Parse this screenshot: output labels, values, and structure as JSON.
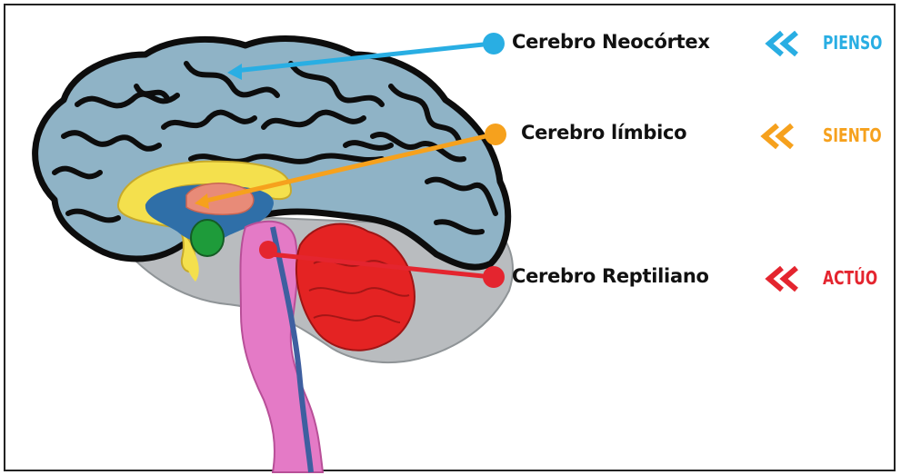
{
  "rows": [
    {
      "label": "Cerebro Neocórtex",
      "tag": "PIENSO",
      "color": "#29aee3",
      "icon": "double-chevron-left-icon"
    },
    {
      "label": "Cerebro límbico",
      "tag": "SIENTO",
      "color": "#f6a11d",
      "icon": "double-chevron-left-icon"
    },
    {
      "label": "Cerebro Reptiliano",
      "tag": "ACTÚO",
      "color": "#e4252f",
      "icon": "double-chevron-left-icon"
    }
  ],
  "palette": {
    "cortex": "#8fb3c6",
    "cortex_outline": "#0d0d0d",
    "inner_gray": "#b9bcbf",
    "corpus_callosum": "#f4e04d",
    "thalamus": "#e88b78",
    "amygdala": "#1e9b3a",
    "limbic_blue": "#2f6fa8",
    "brainstem": "#e47ac6",
    "cerebellum": "#e42323"
  }
}
